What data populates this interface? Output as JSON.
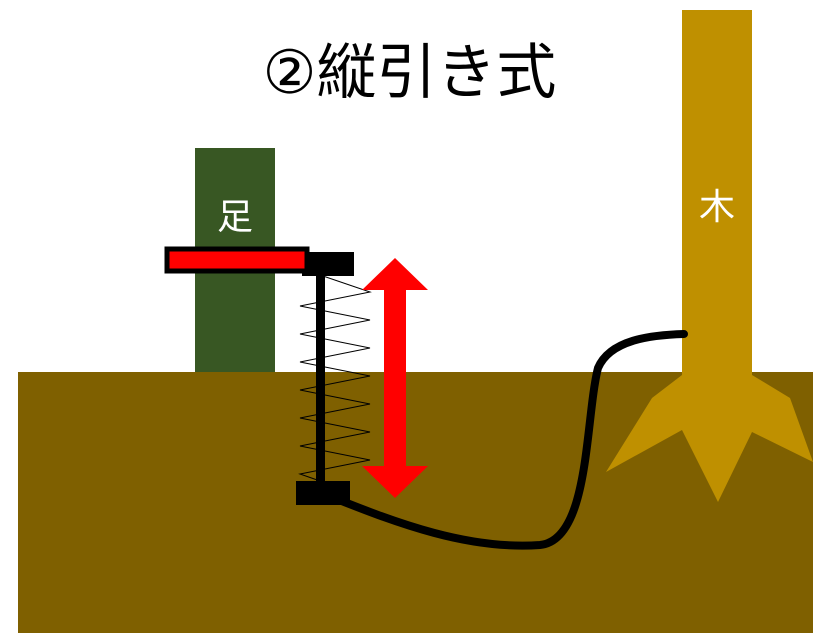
{
  "title": "②縦引き式",
  "labels": {
    "foot": "足",
    "tree": "木"
  },
  "colors": {
    "ground": "#7f6000",
    "tree": "#bf9000",
    "foot": "#385723",
    "pedal": "#ff0000",
    "arrow": "#ff0000",
    "rope": "#000000",
    "frame": "#000000"
  }
}
